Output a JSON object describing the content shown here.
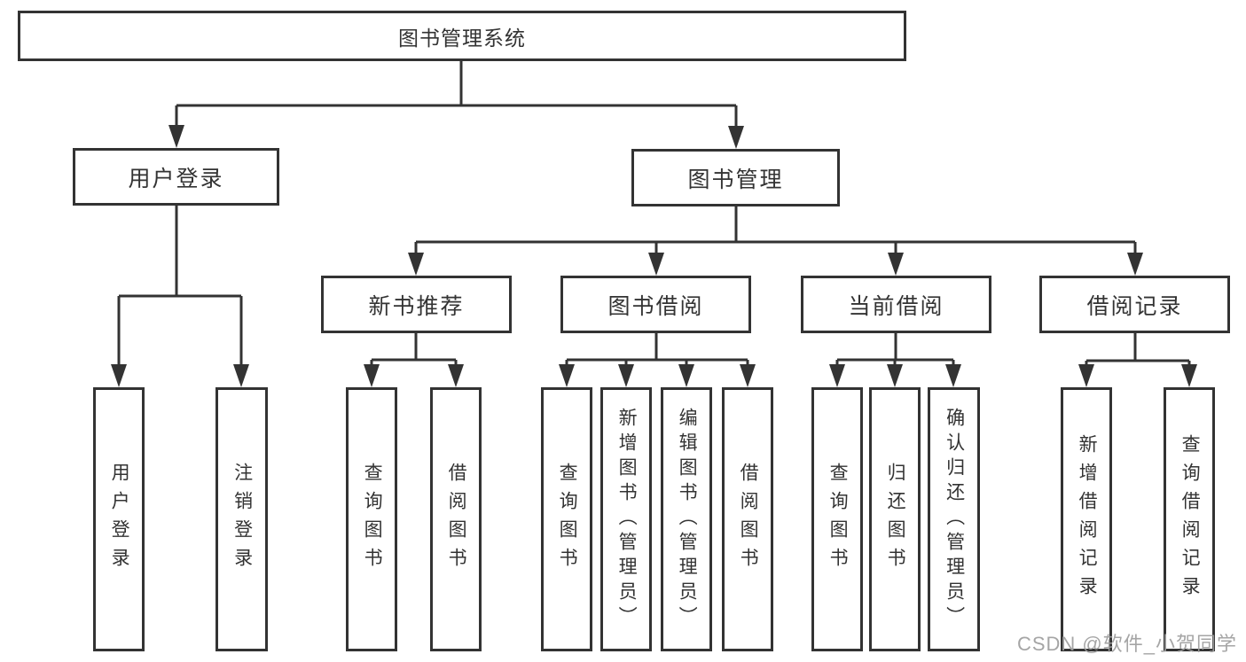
{
  "tree": {
    "root": {
      "label": "图书管理系统"
    },
    "branches": [
      {
        "label": "用户登录",
        "children": [
          {
            "label": "用户登录"
          },
          {
            "label": "注销登录"
          }
        ]
      },
      {
        "label": "图书管理",
        "children": [
          {
            "label": "新书推荐",
            "children": [
              {
                "label": "查询图书"
              },
              {
                "label": "借阅图书"
              }
            ]
          },
          {
            "label": "图书借阅",
            "children": [
              {
                "label": "查询图书"
              },
              {
                "label": "新增图书（管理员）"
              },
              {
                "label": "编辑图书（管理员）"
              },
              {
                "label": "借阅图书"
              }
            ]
          },
          {
            "label": "当前借阅",
            "children": [
              {
                "label": "查询图书"
              },
              {
                "label": "归还图书"
              },
              {
                "label": "确认归还（管理员）"
              }
            ]
          },
          {
            "label": "借阅记录",
            "children": [
              {
                "label": "新增借阅记录"
              },
              {
                "label": "查询借阅记录"
              }
            ]
          }
        ]
      }
    ]
  },
  "watermark": {
    "text": "CSDN @软件_小贺同学",
    "color": "#9e9e9e"
  },
  "colors": {
    "line": "#333333",
    "box_border": "#333333",
    "box_fill": "#ffffff",
    "text": "#333333",
    "background": "#ffffff"
  }
}
